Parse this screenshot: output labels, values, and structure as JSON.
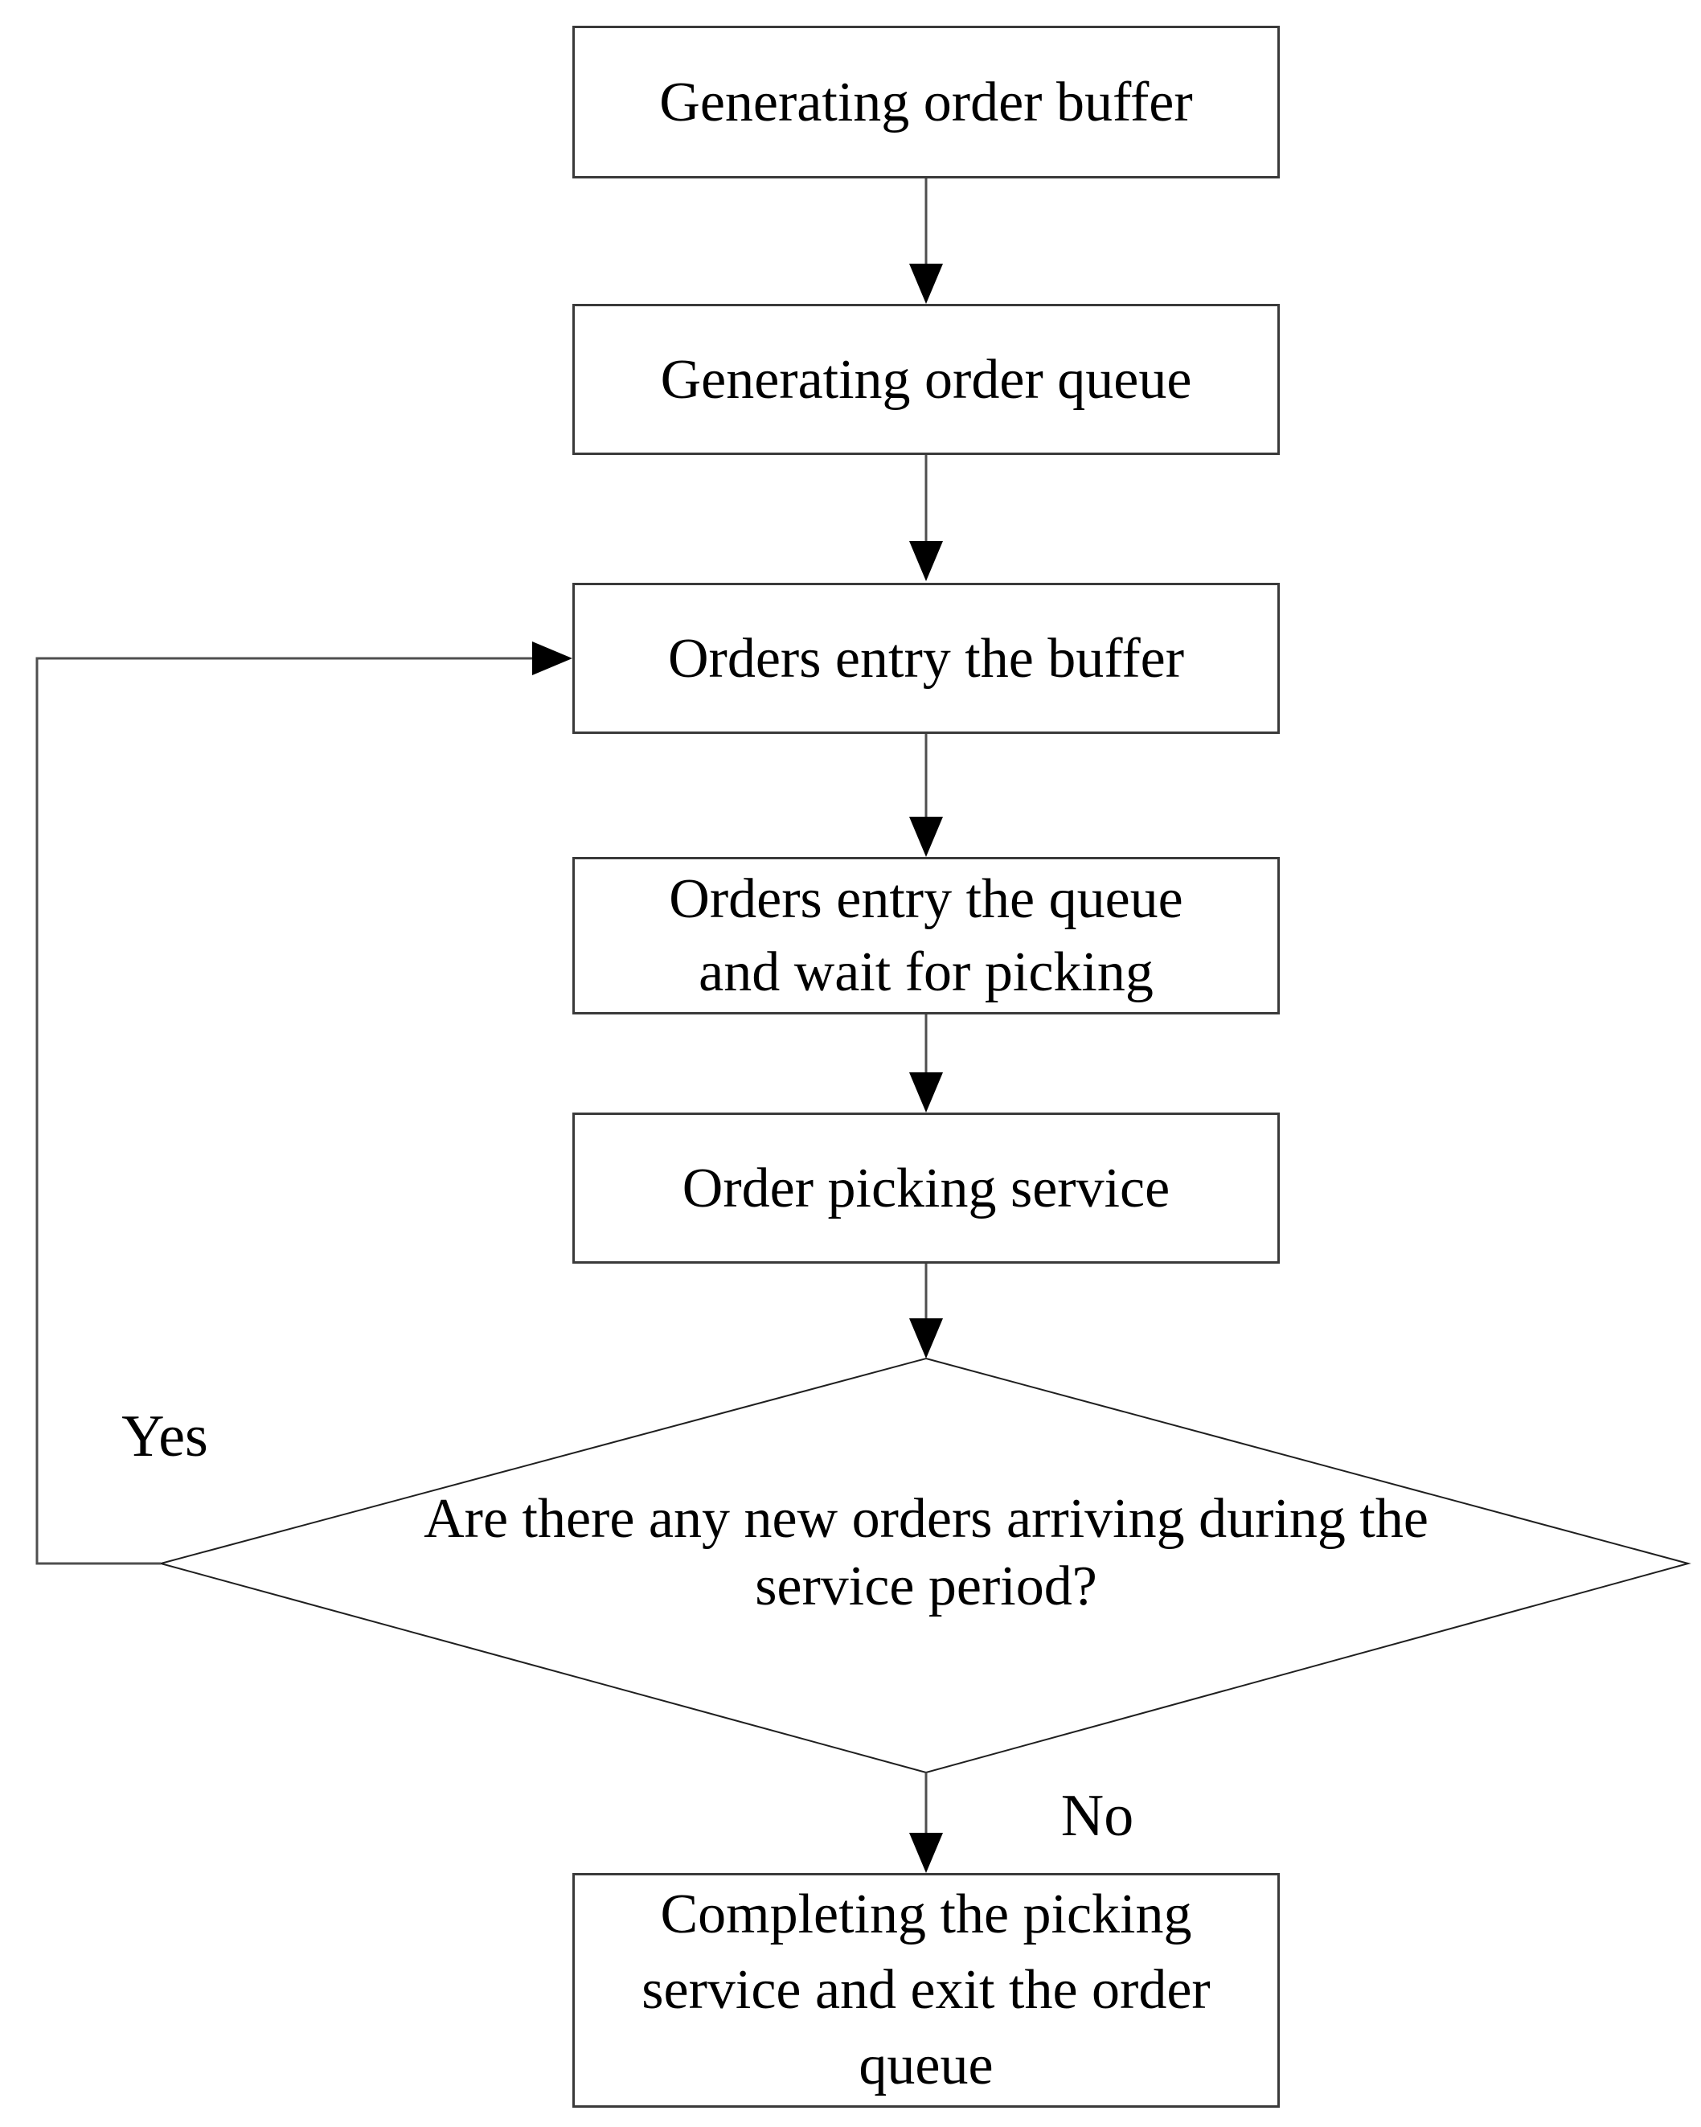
{
  "colors": {
    "background": "#ffffff",
    "ink": "#000000",
    "box_border": "#3a3a3a",
    "connector_line": "#4f4f4f"
  },
  "nodes": {
    "generating_order_buffer": {
      "label": "Generating order buffer"
    },
    "generating_order_queue": {
      "label": "Generating order queue"
    },
    "orders_entry_buffer": {
      "label": "Orders entry the buffer"
    },
    "orders_entry_queue": {
      "label": "Orders entry the queue\nand wait for picking"
    },
    "order_picking_service": {
      "label": "Order picking service"
    },
    "decision_new_orders": {
      "label": "Are there any new orders arriving during the\nservice period?"
    },
    "completing_picking_service": {
      "label": "Completing the picking\nservice and exit the order\nqueue"
    }
  },
  "edges": {
    "yes_label": "Yes",
    "no_label": "No"
  }
}
